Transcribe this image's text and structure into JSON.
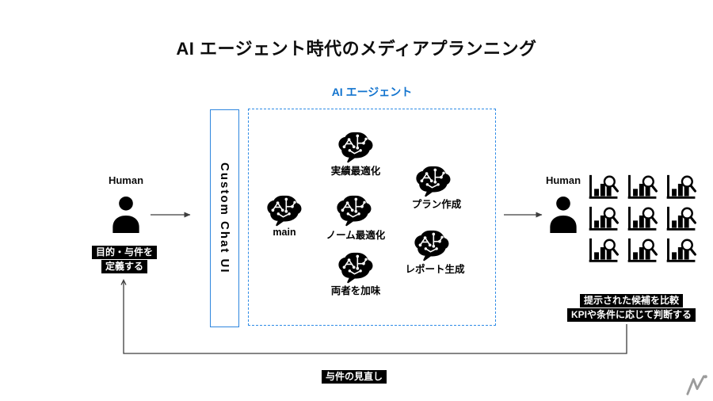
{
  "slide": {
    "title": "AI エージェント時代のメディアプランニング"
  },
  "agent_section": {
    "heading": "AI エージェント",
    "agents": [
      {
        "name": "実績最適化"
      },
      {
        "name": "プラン作成"
      },
      {
        "name": "main"
      },
      {
        "name": "ノーム最適化"
      },
      {
        "name": "レポート生成"
      },
      {
        "name": "両者を加味"
      }
    ]
  },
  "chat_ui": {
    "label": "Custom Chat UI"
  },
  "left_human": {
    "label": "Human",
    "caption": [
      "目的・与件を",
      "定義する"
    ]
  },
  "right_human": {
    "label": "Human",
    "caption": [
      "提示された候補を比較",
      "KPIや条件に応じて判断する"
    ],
    "result_chart_count": 9
  },
  "feedback_loop": {
    "label": "与件の見直し"
  },
  "colors": {
    "accent_blue": "#1173ce",
    "dashed_border": "#2e8be6",
    "chat_box_border": "#2e86de",
    "caption_bg": "#000000",
    "caption_fg": "#ffffff",
    "arrow_gray": "#5a5a5a",
    "logo_gray": "#9b9b9b"
  },
  "icons": {
    "agent": "ai-brain-icon",
    "human": "person-icon",
    "result": "bar-chart-magnifier-icon",
    "logo": "media-logo-icon"
  }
}
